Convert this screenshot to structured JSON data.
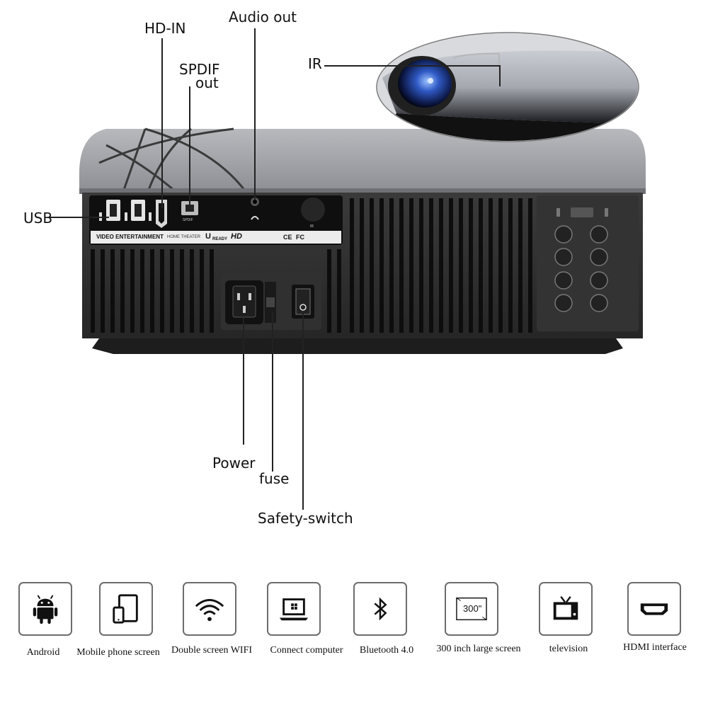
{
  "callouts": {
    "audio_out": "Audio out",
    "hd_in": "HD-IN",
    "spdif_line1": "SPDIF",
    "spdif_line2": "out",
    "ir": "IR",
    "usb": "USB",
    "power": "Power",
    "fuse": "fuse",
    "safety_switch": "Safety-switch"
  },
  "panel": {
    "brand_text": "VIDEO ENTERTAINMENT",
    "brand_sub": "HOME THEATER",
    "spdif_port_label": "SPDIF",
    "ir_port_label": "IR",
    "hd_logo": "HD",
    "u_logo": "U",
    "u_logo_sub": "READY",
    "ce_mark": "CE",
    "fc_mark": "FC"
  },
  "features": [
    {
      "label": "Android",
      "icon": "android-icon"
    },
    {
      "label": "Mobile phone screen",
      "icon": "phone-tablet-icon"
    },
    {
      "label": "Double screen WIFI",
      "icon": "wifi-icon"
    },
    {
      "label": "Connect computer",
      "icon": "laptop-icon"
    },
    {
      "label": "Bluetooth 4.0",
      "icon": "bluetooth-icon"
    },
    {
      "label": "300 inch large screen",
      "icon": "screen-icon",
      "icon_text": "300\""
    },
    {
      "label": "television",
      "icon": "tv-icon"
    },
    {
      "label": "HDMI interface",
      "icon": "hdmi-icon"
    }
  ],
  "colors": {
    "body_dark": "#2c2c2c",
    "body_top": "#9b9da2",
    "vent": "#121212",
    "icon_border": "#6d6d6d",
    "lens_blue": "#2f59c4"
  }
}
